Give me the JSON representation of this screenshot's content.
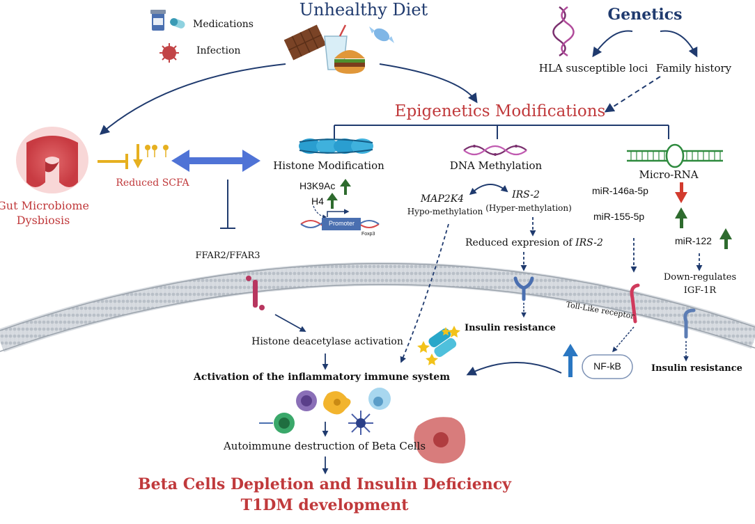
{
  "header": {
    "unhealthy_diet": "Unhealthy Diet",
    "medications": "Medications",
    "infection": "Infection",
    "genetics": "Genetics",
    "hla_loci": "HLA susceptible loci",
    "family_history": "Family history",
    "epigenetics": "Epigenetics Modifications"
  },
  "gut": {
    "label_line1": "Gut Microbiome",
    "label_line2": "Dysbiosis",
    "reduced_scfa": "Reduced SCFA",
    "ffar": "FFAR2/FFAR3"
  },
  "histone": {
    "title": "Histone Modification",
    "h3k9ac": "H3K9Ac",
    "h4": "H4",
    "promoter": "Promoter",
    "foxp3": "Foxp3"
  },
  "methylation": {
    "title": "DNA Methylation",
    "map2k4": "MAP2K4",
    "hypo": "Hypo-methylation",
    "irs2": "IRS-2",
    "hyper": "(Hyper-methylation)",
    "reduced_expr_prefix": "Reduced expresion of ",
    "reduced_expr_gene": "IRS-2",
    "insulin_resistance": "Insulin resistance"
  },
  "microrna": {
    "title": "Micro-RNA",
    "mir146": "miR-146a-5p",
    "mir155": "miR-155-5p",
    "mir122": "miR-122",
    "downregulates": "Down-regulates",
    "igf1r": "IGF-1R",
    "insulin_resistance": "Insulin resistance"
  },
  "cell": {
    "tlr": "Toll-Like receptor",
    "nfkb": "NF-kB",
    "hdac": "Histone deacetylase activation",
    "inflammatory": "Activation of the inflammatory immune system",
    "autoimmune": "Autoimmune destruction of Beta Cells",
    "outcome1": "Beta Cells Depletion and Insulin Deficiency",
    "outcome2": "T1DM development"
  },
  "colors": {
    "navy": "#1f3a6e",
    "red": "#c0393b",
    "green": "#2e6b2e",
    "arrow_red": "#d23b2e",
    "blue_arrow": "#4f73d6",
    "scfa_yellow": "#e6b020"
  }
}
